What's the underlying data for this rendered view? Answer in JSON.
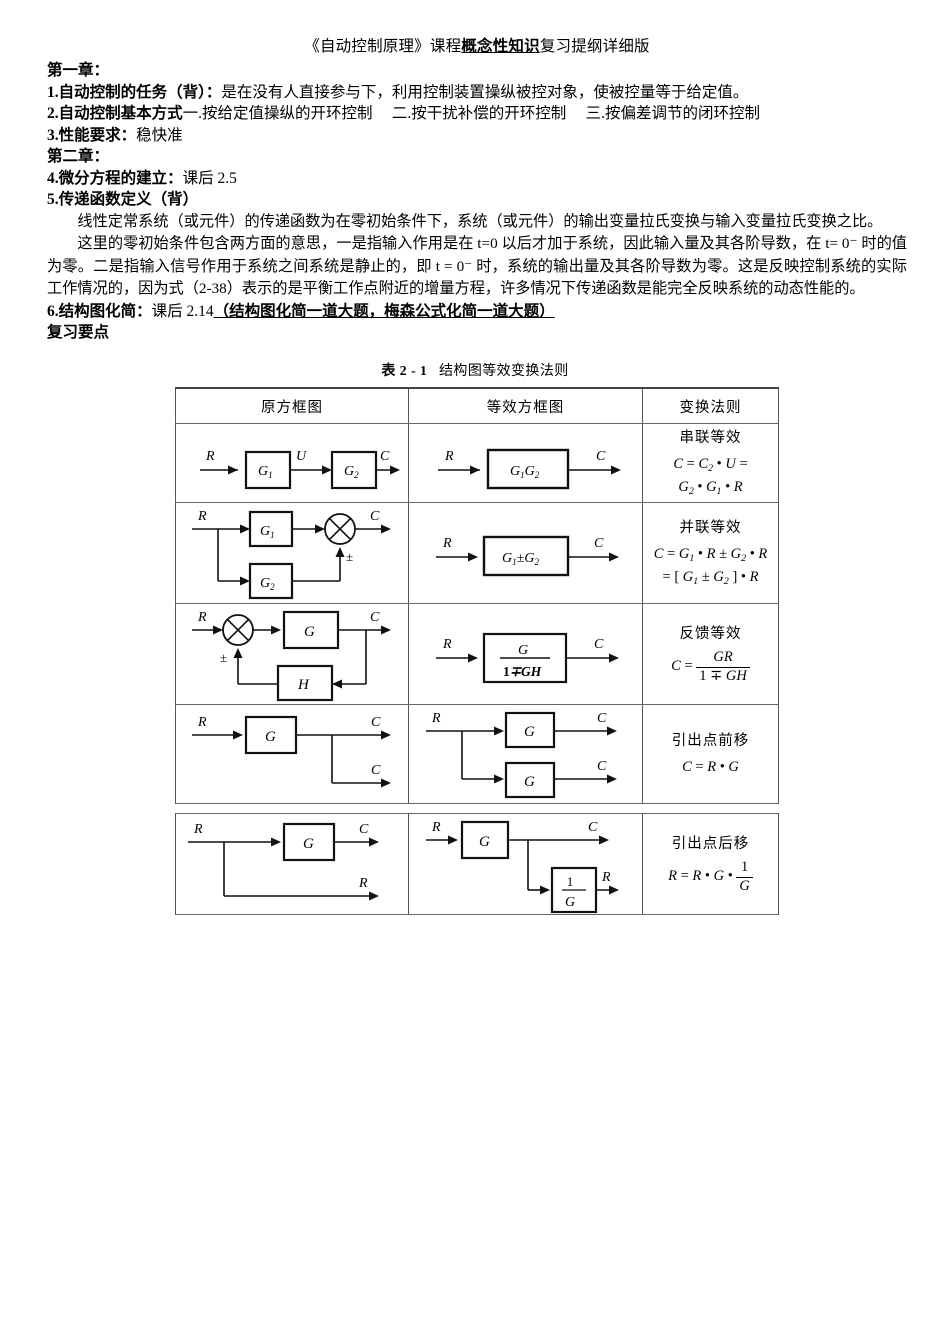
{
  "document": {
    "title_prefix": "《自动控制原理》课程",
    "title_emphasis": "概念性知识",
    "title_suffix": "复习提纲详细版",
    "sections": [
      {
        "heading": "第一章："
      },
      {
        "number": "1.",
        "bold_label": "自动控制的任务（背）",
        "colon": "：",
        "body": "是在没有人直接参与下，利用控制装置操纵被控对象，使被控量等于给定值。"
      },
      {
        "number": "2.",
        "bold_label": "自动控制基本方式",
        "items": [
          "一.按给定值操纵的开环控制",
          "二.按干扰补偿的开环控制",
          "三.按偏差调节的闭环控制"
        ]
      },
      {
        "number": "3.",
        "bold_label": "性能要求",
        "colon": "：",
        "body": "稳快准"
      },
      {
        "heading": "第二章："
      },
      {
        "number": "4.",
        "bold_label": "微分方程的建立",
        "colon": "：",
        "body": "课后 2.5"
      },
      {
        "number": "5.",
        "bold_label": "传递函数定义（背）"
      }
    ],
    "paragraphs": [
      "线性定常系统（或元件）的传递函数为在零初始条件下，系统（或元件）的输出变量拉氏变换与输入变量拉氏变换之比。",
      "这里的零初始条件包含两方面的意思，一是指输入作用是在 t=0 以后才加于系统，因此输入量及其各阶导数，在 t= 0⁻ 时的值为零。二是指输入信号作用于系统之间系统是静止的，即 t = 0⁻ 时，系统的输出量及其各阶导数为零。这是反映控制系统的实际工作情况的，因为式（2-38）表示的是平衡工作点附近的增量方程，许多情况下传递函数是能完全反映系统的动态性能的。"
    ],
    "section6": {
      "number": "6.",
      "bold_label": "结构图化简",
      "colon": "：",
      "body": "课后 2.14",
      "underlined_note": "（结构图化简一道大题，梅森公式化简一道大题）"
    },
    "review_heading": "复习要点"
  },
  "table": {
    "caption_number": "表 2 - 1",
    "caption_text": "结构图等效变换法则",
    "columns": [
      {
        "label": "原方框图"
      },
      {
        "label": "等效方框图"
      },
      {
        "label": "变换法则"
      }
    ],
    "rows": [
      {
        "id": "series",
        "rule_name": "串联等效",
        "equations": [
          "C = C₂ · U =",
          "G₂ · G₁ · R"
        ],
        "original_labels": {
          "input": "R",
          "block1": "G₁",
          "mid": "U",
          "block2": "G₂",
          "output": "C"
        },
        "equivalent_labels": {
          "input": "R",
          "block": "G₁G₂",
          "output": "C"
        }
      },
      {
        "id": "parallel",
        "rule_name": "并联等效",
        "equations": [
          "C = G₁ · R ± G₂ · R",
          "= [ G₁ ± G₂ ] · R"
        ],
        "original_labels": {
          "input": "R",
          "block1": "G₁",
          "block2": "G₂",
          "sign": "±",
          "output": "C"
        },
        "equivalent_labels": {
          "input": "R",
          "block": "G₁±G₂",
          "output": "C"
        }
      },
      {
        "id": "feedback",
        "rule_name": "反馈等效",
        "equations": [
          "C = GR / (1 ∓ GH)"
        ],
        "original_labels": {
          "input": "R",
          "sign": "±",
          "block": "G",
          "feedback_block": "H",
          "output": "C"
        },
        "equivalent_labels": {
          "input": "R",
          "numerator": "G",
          "denominator": "1∓GH",
          "output": "C"
        }
      },
      {
        "id": "takeoff-forward",
        "rule_name": "引出点前移",
        "equations": [
          "C = R · G"
        ],
        "original_labels": {
          "input": "R",
          "block": "G",
          "output1": "C",
          "output2": "C"
        },
        "equivalent_labels": {
          "input": "R",
          "block1": "G",
          "block2": "G",
          "output1": "C",
          "output2": "C"
        }
      },
      {
        "id": "takeoff-backward",
        "rule_name": "引出点后移",
        "equations": [
          "R = R · G · 1/G"
        ],
        "original_labels": {
          "input": "R",
          "block": "G",
          "output1": "C",
          "output2": "R"
        },
        "equivalent_labels": {
          "input": "R",
          "block": "G",
          "inv_num": "1",
          "inv_den": "G",
          "output1": "C",
          "output2": "R"
        }
      }
    ]
  }
}
